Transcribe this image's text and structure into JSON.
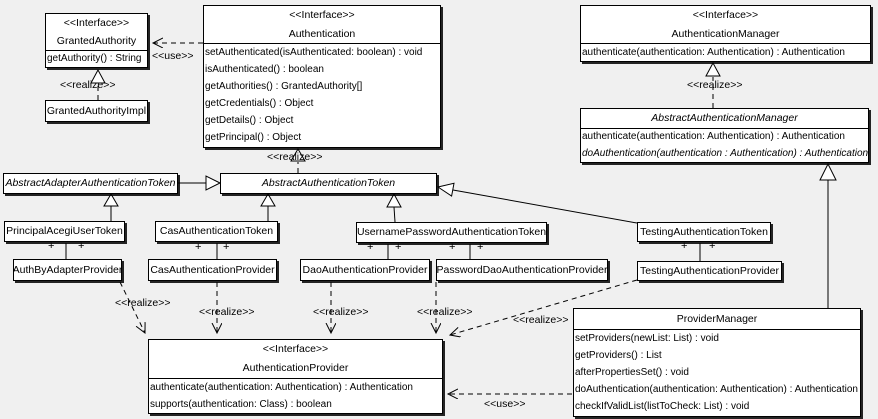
{
  "labels": {
    "use": "&lt;&lt;use&gt;&gt;",
    "realize": "<<realize>>",
    "use_text": "<<use>>",
    "plus": "+"
  },
  "classes": {
    "granted_authority": {
      "stereotype": "<<Interface>>",
      "name": "GrantedAuthority",
      "methods": [
        "getAuthority() : String"
      ]
    },
    "granted_authority_impl": {
      "name": "GrantedAuthorityImpl"
    },
    "authentication": {
      "stereotype": "<<Interface>>",
      "name": "Authentication",
      "methods": [
        "setAuthenticated(isAuthenticated: boolean) : void",
        "isAuthenticated() : boolean",
        "getAuthorities() : GrantedAuthority[]",
        "getCredentials() : Object",
        "getDetails() : Object",
        "getPrincipal() : Object"
      ]
    },
    "authentication_manager": {
      "stereotype": "<<Interface>>",
      "name": "AuthenticationManager",
      "methods": [
        "authenticate(authentication: Authentication) : Authentication"
      ]
    },
    "abstract_authentication_manager": {
      "name": "AbstractAuthenticationManager",
      "methods": [
        "authenticate(authentication: Authentication) : Authentication",
        "doAuthentication(authentication : Authentication) : Authentication"
      ]
    },
    "abstract_adapter_authentication_token": {
      "name": "AbstractAdapterAuthenticationToken"
    },
    "abstract_authentication_token": {
      "name": "AbstractAuthenticationToken"
    },
    "principal_acegi_user_token": {
      "name": "PrincipalAcegiUserToken"
    },
    "cas_authentication_token": {
      "name": "CasAuthenticationToken"
    },
    "username_password_authentication_token": {
      "name": "UsernamePasswordAuthenticationToken"
    },
    "testing_authentication_token": {
      "name": "TestingAuthenticationToken"
    },
    "auth_by_adapter_provider": {
      "name": "AuthByAdapterProvider"
    },
    "cas_authentication_provider": {
      "name": "CasAuthenticationProvider"
    },
    "dao_authentication_provider": {
      "name": "DaoAuthenticationProvider"
    },
    "password_dao_authentication_provider": {
      "name": "PasswordDaoAuthenticationProvider"
    },
    "testing_authentication_provider": {
      "name": "TestingAuthenticationProvider"
    },
    "authentication_provider": {
      "stereotype": "<<Interface>>",
      "name": "AuthenticationProvider",
      "methods": [
        "authenticate(authentication: Authentication) : Authentication",
        "supports(authentication: Class) : boolean"
      ]
    },
    "provider_manager": {
      "name": "ProviderManager",
      "methods": [
        "setProviders(newList: List) : void",
        "getProviders() : List",
        "afterPropertiesSet() : void",
        "doAuthentication(authentication: Authentication) : Authentication",
        "checkIfValidList(listToCheck: List) : void"
      ]
    }
  },
  "colors": {
    "background": "#f0f0f0",
    "box_fill": "#ffffff",
    "line": "#000000"
  }
}
